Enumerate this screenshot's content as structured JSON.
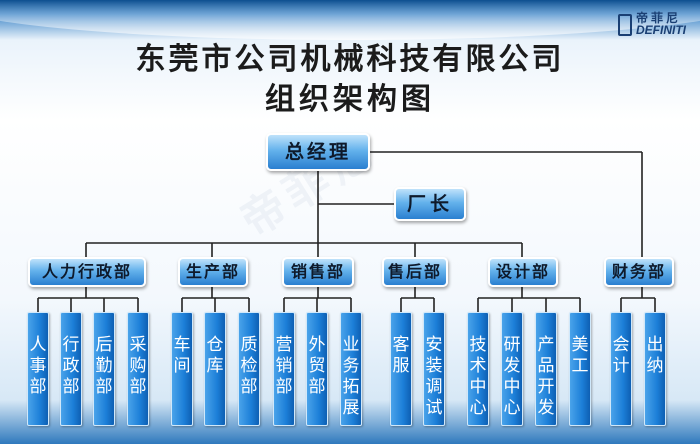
{
  "title_line1": "东莞市公司机械科技有限公司",
  "title_line2": "组织架构图",
  "logo": {
    "cn": "帝菲尼",
    "en": "DEFINITI"
  },
  "watermark_text": "帝菲尼",
  "top": "总经理",
  "factory": "厂长",
  "colors": {
    "box_top": "#bfe2fb",
    "box_bottom": "#2a7fd0",
    "sub_fill": "#1c7fd8",
    "line": "#222222"
  },
  "departments": [
    {
      "label": "人力行政部",
      "subs": [
        "人事部",
        "行政部",
        "后勤部",
        "采购部"
      ]
    },
    {
      "label": "生产部",
      "subs": [
        "车间",
        "仓库",
        "质检部"
      ]
    },
    {
      "label": "销售部",
      "subs": [
        "营销部",
        "外贸部",
        "业务拓展"
      ]
    },
    {
      "label": "售后部",
      "subs": [
        "客服",
        "安装调试"
      ]
    },
    {
      "label": "设计部",
      "subs": [
        "技术中心",
        "研发中心",
        "产品开发",
        "美工"
      ]
    },
    {
      "label": "财务部",
      "subs": [
        "会计",
        "出纳"
      ]
    }
  ]
}
